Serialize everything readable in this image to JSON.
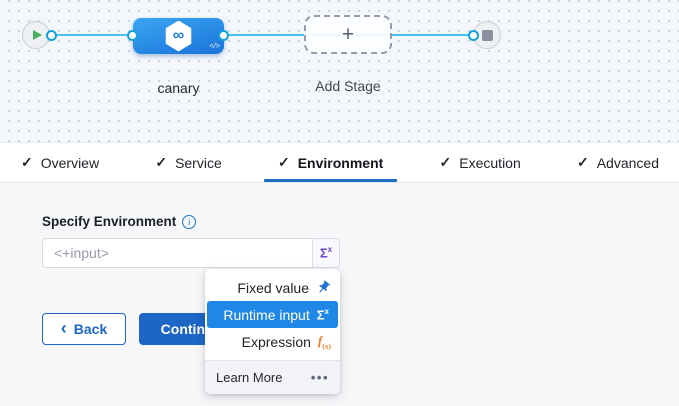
{
  "pipeline": {
    "stages": {
      "canary_label": "canary",
      "add_stage_label": "Add Stage"
    },
    "icons": {
      "infinity": "∞",
      "code": "</>",
      "plus": "+"
    }
  },
  "tabs": [
    {
      "label": "Overview",
      "check": "✓",
      "active": false
    },
    {
      "label": "Service",
      "check": "✓",
      "active": false
    },
    {
      "label": "Environment",
      "check": "✓",
      "active": true
    },
    {
      "label": "Execution",
      "check": "✓",
      "active": false
    },
    {
      "label": "Advanced",
      "check": "✓",
      "active": false
    }
  ],
  "form": {
    "label": "Specify Environment",
    "info_glyph": "i",
    "input_value": "<+input>",
    "sigma_main": "Σ",
    "sigma_sup": "x"
  },
  "buttons": {
    "back_chevron": "‹",
    "back_label": "Back",
    "continue_label": "Continue"
  },
  "dropdown": {
    "items": [
      {
        "label": "Fixed value"
      },
      {
        "label": "Runtime input",
        "selected": true
      },
      {
        "label": "Expression"
      }
    ],
    "sigma_main": "Σ",
    "sigma_sup": "x",
    "fx_main": "f",
    "fx_sub": "(x)",
    "footer_label": "Learn More",
    "dots": "•••"
  },
  "colors": {
    "accent_blue": "#1d66c5",
    "highlight_blue": "#1f87e5",
    "tab_underline": "#1b6fc7",
    "connector_cyan": "#47c3f1",
    "stage_gradient_top": "#3aa6f2",
    "stage_gradient_bottom": "#1a73da",
    "sigma_purple": "#6b46c9",
    "expression_orange": "#f07f28",
    "play_green": "#4caf5f",
    "canvas_bg": "#f3f7fb",
    "content_bg": "#f5f7f9"
  }
}
